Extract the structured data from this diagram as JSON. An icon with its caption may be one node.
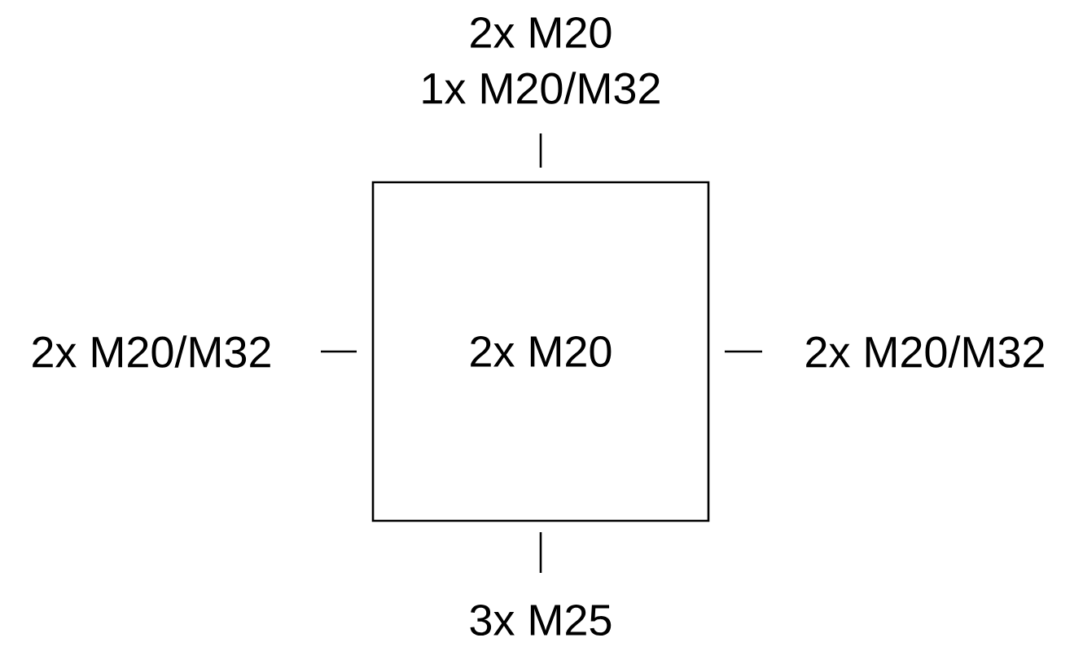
{
  "diagram": {
    "nodes": [
      {
        "text": [
          "2x M20"
        ]
      }
    ],
    "labels": [
      "2x M20",
      "1x M20/M32",
      "2x M20/M32",
      "2x M20/M32",
      "3x M25"
    ]
  }
}
